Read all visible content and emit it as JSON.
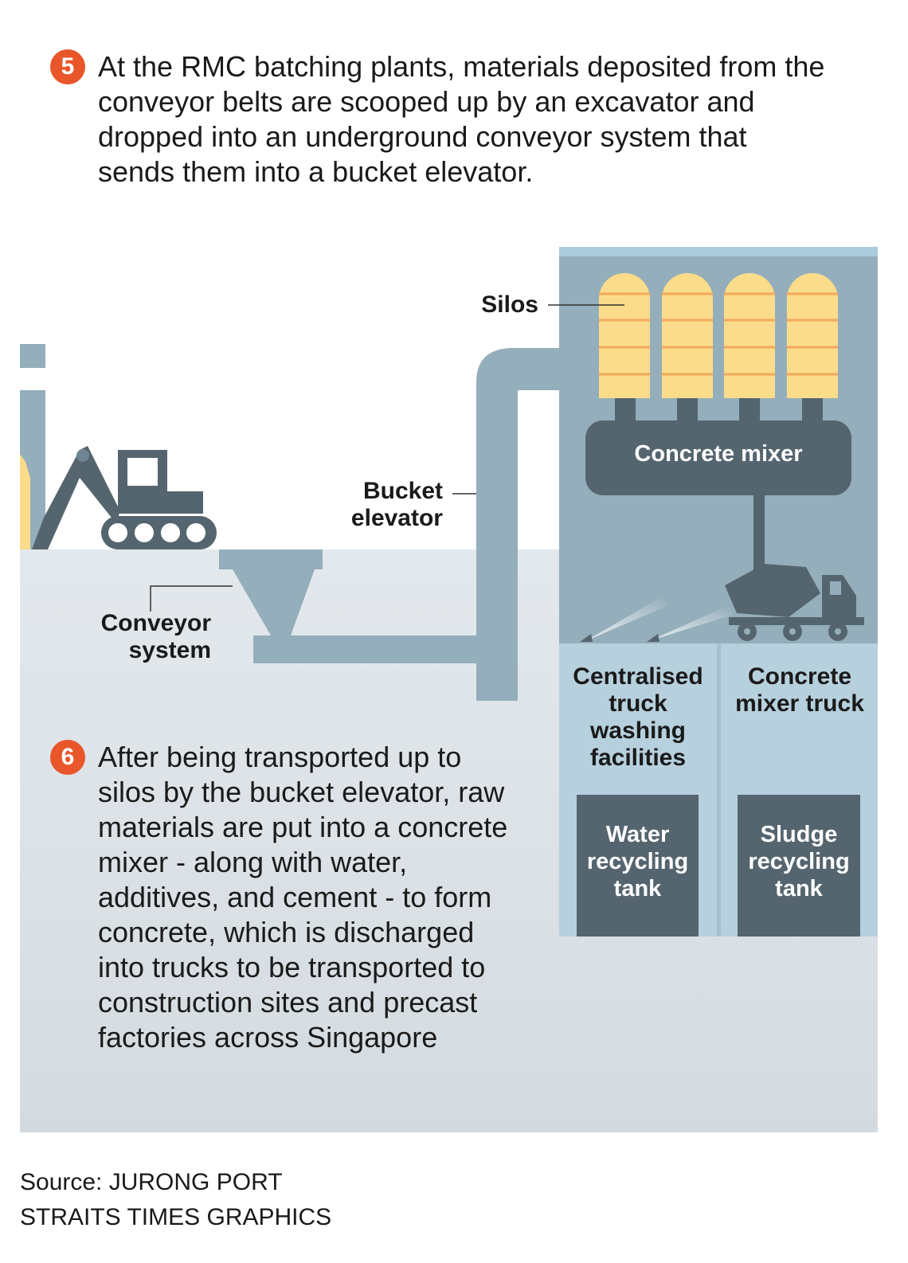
{
  "step5": {
    "number": "5",
    "text": "At the RMC batching plants, materials deposited from the conveyor belts are scooped up by an excavator and dropped into an underground conveyor system that sends them into a bucket elevator."
  },
  "step6": {
    "number": "6",
    "text": "After being transported up to silos by the bucket elevator, raw materials are put into a concrete mixer - along with water, additives, and cement - to form concrete, which is discharged into trucks to be transported to construction sites and precast factories across Singapore"
  },
  "labels": {
    "silos": "Silos",
    "bucket_elevator": "Bucket elevator",
    "conveyor_system": "Conveyor system",
    "concrete_mixer": "Concrete mixer",
    "washing": "Centralised truck washing facilities",
    "mixer_truck": "Concrete mixer truck",
    "water_tank": "Water recycling tank",
    "sludge_tank": "Sludge recycling tank"
  },
  "source": {
    "line1": "Source: JURONG PORT",
    "line2": "STRAITS TIMES GRAPHICS"
  },
  "colors": {
    "accent": "#e8562a",
    "pipe": "#94aebb",
    "dark": "#55656f",
    "silo": "#fbdc8a",
    "silo_stripe": "#f3a85c"
  }
}
